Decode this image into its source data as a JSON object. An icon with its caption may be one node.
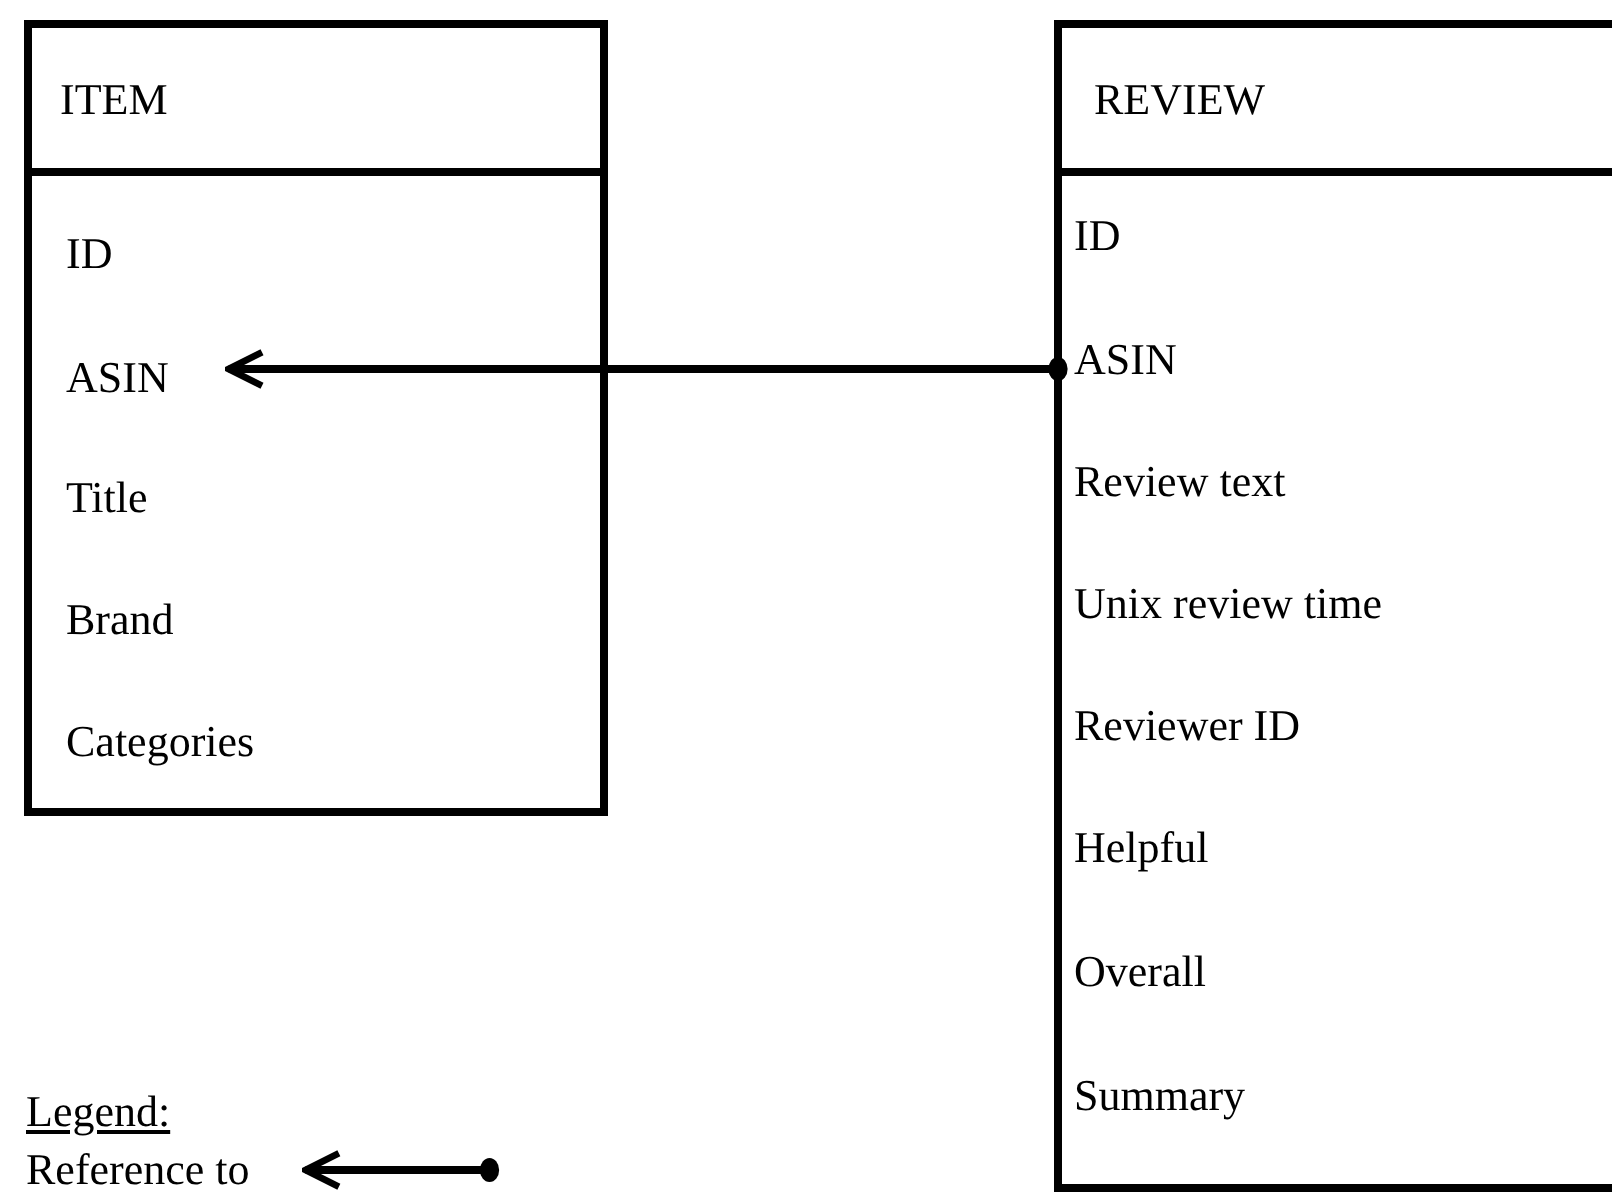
{
  "diagram": {
    "nodes": [
      {
        "text": [
          "ITEM"
        ]
      },
      {
        "text": [
          "ID"
        ],
        "in": 0
      },
      {
        "text": [
          "ASIN"
        ],
        "in": 0
      },
      {
        "text": [
          "Title"
        ],
        "in": 0
      },
      {
        "text": [
          "Brand"
        ],
        "in": 0
      },
      {
        "text": [
          "Categories"
        ],
        "in": 0
      },
      {
        "text": [
          "REVIEW"
        ]
      },
      {
        "text": [
          "ID"
        ],
        "in": 6
      },
      {
        "text": [
          "ASIN"
        ],
        "in": 6
      },
      {
        "text": [
          "Review text"
        ],
        "in": 6
      },
      {
        "text": [
          "Unix review time"
        ],
        "in": 6
      },
      {
        "text": [
          "Reviewer ID"
        ],
        "in": 6
      },
      {
        "text": [
          "Helpful"
        ],
        "in": 6
      },
      {
        "text": [
          "Overall"
        ],
        "in": 6
      },
      {
        "text": [
          "Summary"
        ],
        "in": 6
      }
    ],
    "edges": [
      {
        "from": 8,
        "to": 2,
        "arrow": "to"
      }
    ],
    "labels": [
      "Legend:"
    ],
    "legend": [
      {
        "text": "Reference to"
      }
    ]
  }
}
